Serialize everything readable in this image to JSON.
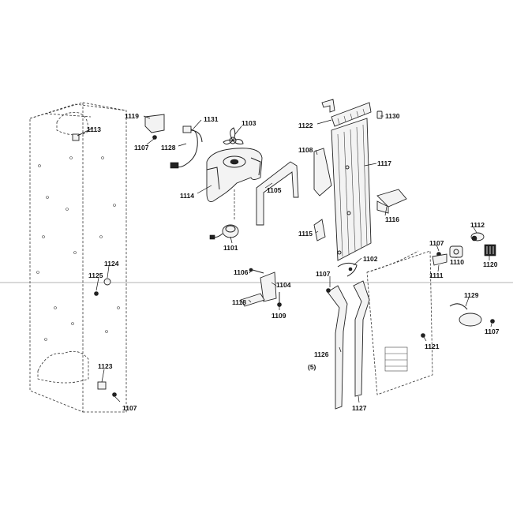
{
  "callouts": {
    "c1113": "1113",
    "c1119": "1119",
    "c1107a": "1107",
    "c1128": "1128",
    "c1131": "1131",
    "c1103": "1103",
    "c1114": "1114",
    "c1105": "1105",
    "c1101": "1101",
    "c1122": "1122",
    "c1130": "1130",
    "c1108": "1108",
    "c1117": "1117",
    "c1116": "1116",
    "c1115": "1115",
    "c1102": "1102",
    "c1107b": "1107",
    "c1112": "1112",
    "c1110": "1110",
    "c1120": "1120",
    "c1111": "1111",
    "c1124": "1124",
    "c1125": "1125",
    "c1106": "1106",
    "c1107c": "1107",
    "c1104": "1104",
    "c1118": "1118",
    "c1109": "1109",
    "c1129": "1129",
    "c1107d": "1107",
    "c1121": "1121",
    "c1126": "1126",
    "c1123": "1123",
    "c1107e": "1107",
    "c1127": "1127",
    "c15": "(5)"
  }
}
